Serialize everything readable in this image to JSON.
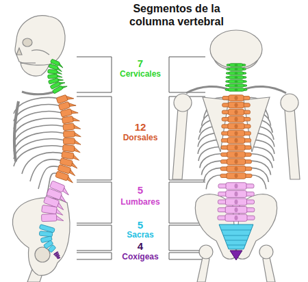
{
  "diagram": {
    "title": "Segmentos de la columna vertebral",
    "labels": [
      "7",
      "Cervicales",
      "12",
      "Dorsales",
      "5",
      "Lumbares",
      "5",
      "Sacras",
      "4",
      "Coxígeas"
    ]
  }
}
